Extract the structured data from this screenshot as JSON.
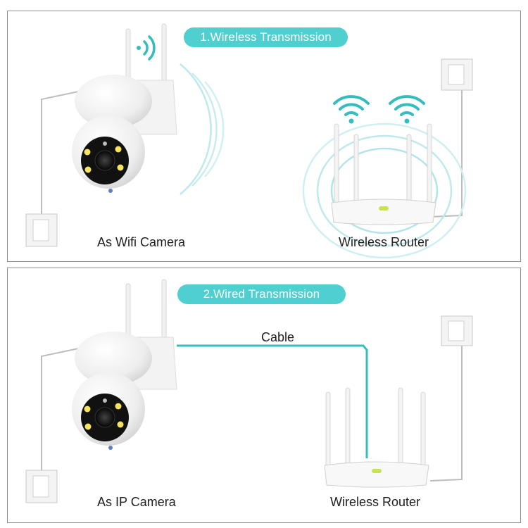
{
  "wireless_panel": {
    "title": "1.Wireless Transmission",
    "camera_label": "As Wifi Camera",
    "router_label": "Wireless Router"
  },
  "wired_panel": {
    "title": "2.Wired Transmission",
    "camera_label": "As IP Camera",
    "router_label": "Wireless Router",
    "cable_label": "Cable"
  },
  "colors": {
    "accent": "#4fcfcf",
    "cable": "#35bdbd",
    "border": "#8f8f8f"
  }
}
